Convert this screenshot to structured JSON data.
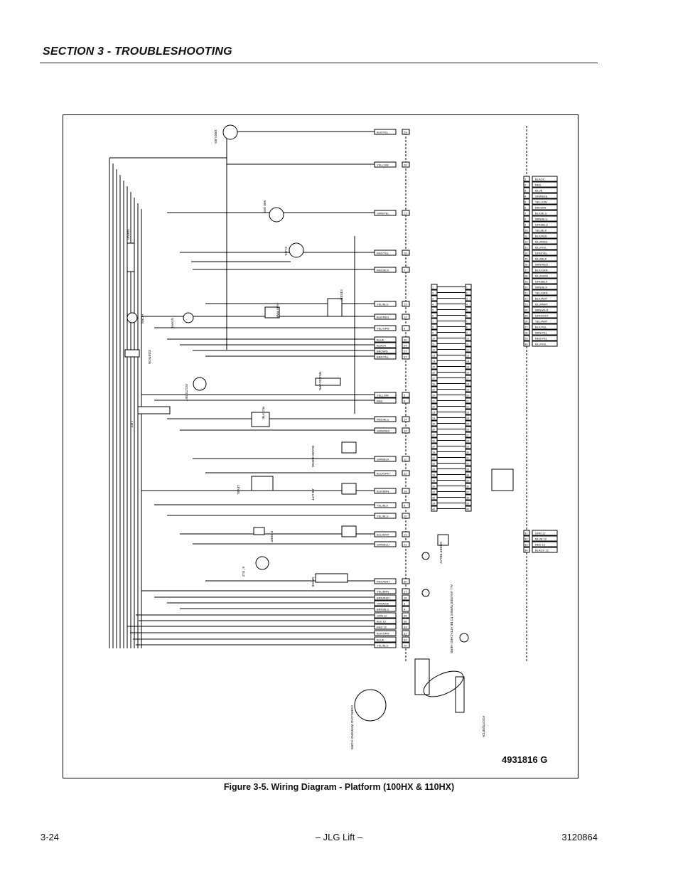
{
  "header": {
    "section_title": "SECTION 3 - TROUBLESHOOTING"
  },
  "figure": {
    "caption": "Figure 3-5.  Wiring Diagram - Platform (100HX & 110HX)",
    "part_number": "4931816 G",
    "wire_colors_right": [
      "BLACK",
      "RED",
      "BLUE",
      "ORANGE",
      "YELLOW",
      "BROWN",
      "BLK/BLU",
      "BRN/BLU",
      "GRN/BLU",
      "YEL/BLK",
      "BLK/RED",
      "BLU/RED",
      "BLU/YEL",
      "GRN/YEL",
      "BLU/BLK",
      "BRN/RED",
      "BLK/GRN",
      "BLU/GRN",
      "GRN/BLK",
      "BRN/BLK",
      "YEL/GRN",
      "BLK/WHT",
      "BLU/WHT",
      "BRN/WHT",
      "GRN/WHT",
      "YEL/WHT",
      "BLK/YEL",
      "BRN/YEL",
      "RED/YEL",
      "BLU/YEL"
    ],
    "aux_wires": [
      "GRN 12",
      "BLUE 12",
      "RED 12",
      "BLACK 12"
    ],
    "left_wires": [
      {
        "label": "BLK/YEL",
        "num": "29"
      },
      {
        "label": "YELLOW",
        "num": "26"
      },
      {
        "label": "GRN/YEL",
        "num": "23"
      },
      {
        "label": "RED/YEL",
        "num": "28"
      },
      {
        "label": "RED/BLK",
        "num": "7"
      },
      {
        "label": "YEL/BLU",
        "num": "15"
      },
      {
        "label": "BLK/RED",
        "num": "12"
      },
      {
        "label": "YEL/GRN",
        "num": "9"
      },
      {
        "label": "BLUE",
        "num": "40"
      },
      {
        "label": "BLACK",
        "num": "24"
      },
      {
        "label": "BROWN",
        "num": "27"
      },
      {
        "label": "BRN/YEL",
        "num": "37"
      },
      {
        "label": "YELLOW",
        "num": "5"
      },
      {
        "label": "RED",
        "num": "6"
      },
      {
        "label": "RED/BLU",
        "num": "14"
      },
      {
        "label": "GRN/RED",
        "num": "19"
      },
      {
        "label": "GRN/BLK",
        "num": "11"
      },
      {
        "label": "BLU/GRN",
        "num": "22"
      },
      {
        "label": "BLK/BRN",
        "num": "18"
      },
      {
        "label": "YEL/BLK",
        "num": "8"
      },
      {
        "label": "YEL/BLU",
        "num": "20"
      },
      {
        "label": "BLU/WHT",
        "num": "13"
      },
      {
        "label": "GRN/BLU",
        "num": "21"
      },
      {
        "label": "RED/WHT",
        "num": "30"
      },
      {
        "label": "YEL/BRN",
        "num": "17"
      },
      {
        "label": "BRN/RED",
        "num": "16"
      },
      {
        "label": "ORANGE",
        "num": "3"
      },
      {
        "label": "BRN/BLU",
        "num": "4"
      },
      {
        "label": "GRN 12",
        "num": "35"
      },
      {
        "label": "BLK 12",
        "num": "36"
      },
      {
        "label": "RED 12",
        "num": "33"
      },
      {
        "label": "BLK/GRN",
        "num": "31"
      },
      {
        "label": "BLUE",
        "num": "32"
      },
      {
        "label": "YEL/BLU",
        "num": "10"
      }
    ],
    "component_labels": [
      "SWING",
      "HORN",
      "IGNITION",
      "START",
      "STEER",
      "AUX PWR",
      "TELESCOPE",
      "ROTATE",
      "LIFT",
      "LEVEL",
      "CREEP",
      "BOOM SWING",
      "JIB LIFT",
      "DRIVE",
      "5° TILT",
      "FOOTSWITCH",
      "CREEP RELAY",
      "OVERLOAD WARNING HORN",
      "1000 LBS.",
      "500 LBS.",
      "0 LBS.",
      "VOLTS SET",
      "ALL UNUSED WIRES TO BE ATTACHED HERE"
    ]
  }
}
